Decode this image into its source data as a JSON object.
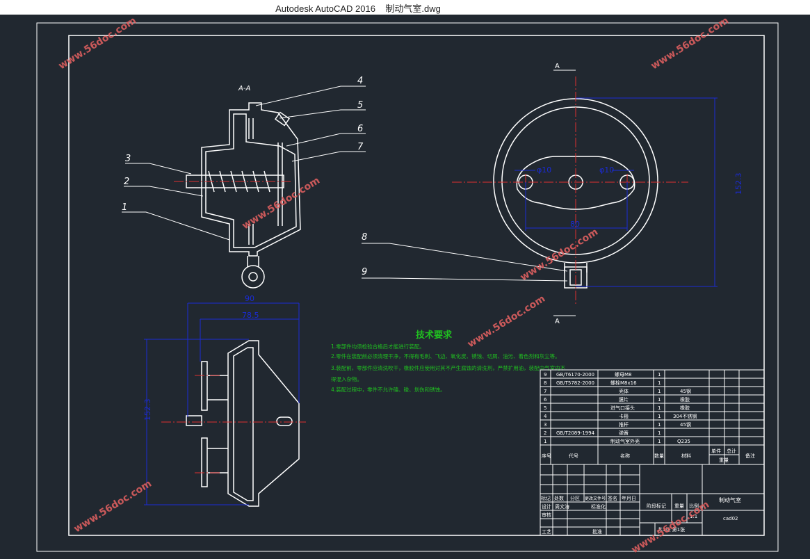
{
  "window": {
    "app_title": "Autodesk AutoCAD 2016",
    "file_name": "制动气室.dwg"
  },
  "colors": {
    "background": "#212830",
    "outline": "#ffffff",
    "centerline": "#e03030",
    "dimension": "#1a2bd6",
    "notes": "#20c020",
    "watermark": "#e06060"
  },
  "drawing": {
    "section_label": "A-A",
    "section_mark_top": "A",
    "section_mark_bottom": "A",
    "callouts": [
      "4",
      "5",
      "6",
      "7",
      "3",
      "2",
      "1",
      "8",
      "9"
    ],
    "dimensions": {
      "d_bolt_left": "φ10",
      "d_bolt_right": "φ10",
      "hole_spacing": "80",
      "overall_height_right": "152.3",
      "top_width": "90",
      "top_inner_width": "78.5",
      "side_height": "152.3"
    },
    "watermark": "www.56doc.com"
  },
  "tech_requirements": {
    "title": "技术要求",
    "lines": [
      "1.零部件均须检验合格后才能进行装配。",
      "2.零件在装配前必须清理干净，不得有毛刺、飞边、氧化皮、锈蚀、切屑、油污、着色剂和灰尘等。",
      "3.装配前，零部件应清洗吹干，橡胶件应使用对其不产生腐蚀的清洗剂，严禁扩用油，装配中气室内不",
      "得混入杂物。",
      "4.装配过程中，零件不允许磕、碰、划伤和锈蚀。"
    ]
  },
  "parts_list": {
    "headers": [
      "序号",
      "代号",
      "名称",
      "数量",
      "材料",
      "单件",
      "总计",
      "重量",
      "备注"
    ],
    "rows": [
      {
        "no": "9",
        "code": "GB/T6170-2000",
        "name": "螺母M8",
        "qty": "1",
        "mat": ""
      },
      {
        "no": "8",
        "code": "GB/T5782-2000",
        "name": "螺栓M8x16",
        "qty": "1",
        "mat": ""
      },
      {
        "no": "7",
        "code": "",
        "name": "壳体",
        "qty": "1",
        "mat": "45钢"
      },
      {
        "no": "6",
        "code": "",
        "name": "膜片",
        "qty": "1",
        "mat": "橡胶"
      },
      {
        "no": "5",
        "code": "",
        "name": "进气口接头",
        "qty": "1",
        "mat": "橡胶"
      },
      {
        "no": "4",
        "code": "",
        "name": "卡箍",
        "qty": "1",
        "mat": "304不锈钢"
      },
      {
        "no": "3",
        "code": "",
        "name": "推杆",
        "qty": "1",
        "mat": "45钢"
      },
      {
        "no": "2",
        "code": "GB/T2089-1994",
        "name": "弹簧",
        "qty": "1",
        "mat": ""
      },
      {
        "no": "1",
        "code": "",
        "name": "制动气室外壳",
        "qty": "1",
        "mat": "Q235"
      }
    ]
  },
  "title_block": {
    "drawing_name": "制动气室",
    "scale": "1:1",
    "sheet_info": "共1张 第1张",
    "code": "cad02",
    "labels": {
      "mark": "标记",
      "count": "处数",
      "zone": "分区",
      "change_doc": "更改文件号",
      "sign": "签名",
      "date": "年月日",
      "design": "设计",
      "standardize": "标准化",
      "review": "审核",
      "process": "工艺",
      "approve": "批准",
      "stage_mark": "阶段标记",
      "weight": "重量",
      "ratio": "比例"
    },
    "designer": "周文涛"
  }
}
